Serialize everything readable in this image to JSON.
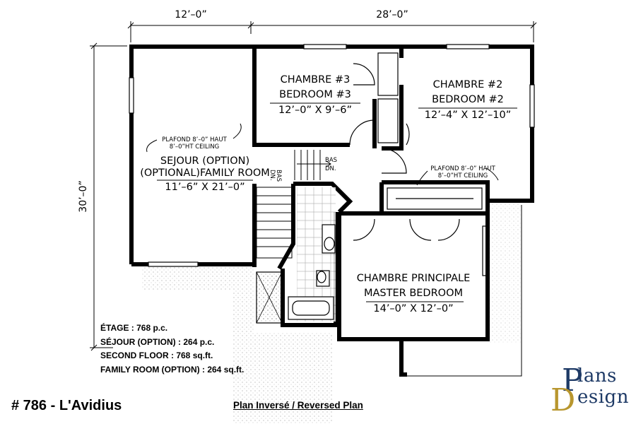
{
  "dimensions": {
    "top_left": "12’–0”",
    "top_right": "28’–0”",
    "left_side": "30’–0”"
  },
  "rooms": {
    "bedroom3": {
      "fr": "CHAMBRE #3",
      "en": "BEDROOM #3",
      "size": "12’–0” X 9’–6”"
    },
    "bedroom2": {
      "fr": "CHAMBRE #2",
      "en": "BEDROOM #2",
      "size": "12’–4” X 12’–10”"
    },
    "family": {
      "fr": "SEJOUR (OPTION)",
      "en": "(OPTIONAL)FAMILY ROOM",
      "size": "11’–6” X 21’–0”"
    },
    "master": {
      "fr": "CHAMBRE PRINCIPALE",
      "en": "MASTER BEDROOM",
      "size": "14’–0” X 12’–0”"
    }
  },
  "ceiling_notes": {
    "family": {
      "fr": "PLAFOND 8’–0” HAUT",
      "en": "8’–0”HT CEILING"
    },
    "hall": {
      "fr": "PLAFOND 8’–0” HAUT",
      "en": "8’–0”HT CEILING"
    }
  },
  "stair_labels": {
    "bas": "BAS",
    "dn": "DN.",
    "dn_vertical": "DN.",
    "bas_vertical": "BAS"
  },
  "stats": [
    "ÉTAGE : 768 p.c.",
    "SÉJOUR (OPTION) : 264 p.c.",
    "SECOND FLOOR : 768 sq.ft.",
    "FAMILY ROOM (OPTION) : 264 sq.ft."
  ],
  "plan_title": "# 786 - L'Avidius",
  "reversed_label": "Plan Inversé / Reversed Plan",
  "logo": {
    "big_p": "P",
    "line1": "lans",
    "big_d": "D",
    "line2": "esign",
    "color_primary": "#1e3a66",
    "color_accent": "#b8962e"
  }
}
